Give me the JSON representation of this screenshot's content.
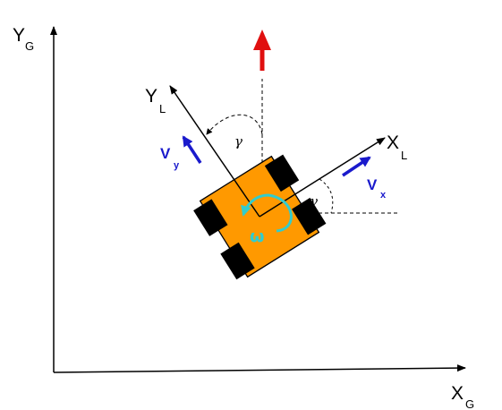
{
  "global_axes": {
    "y_label": "Y",
    "y_sub": "G",
    "x_label": "X",
    "x_sub": "G"
  },
  "local_axes": {
    "y_label": "Y",
    "y_sub": "L",
    "x_label": "X",
    "x_sub": "L"
  },
  "velocities": {
    "vx_label": "V",
    "vx_sub": "x",
    "vy_label": "V",
    "vy_sub": "y",
    "omega_label": "ω"
  },
  "angles": {
    "gamma_x": "γ",
    "gamma_y": "γ"
  },
  "colors": {
    "axis": "#000000",
    "velocity": "#1a1acc",
    "heading": "#e01010",
    "rotation": "#33cccc",
    "body": "#ff9900",
    "wheel": "#000000"
  }
}
